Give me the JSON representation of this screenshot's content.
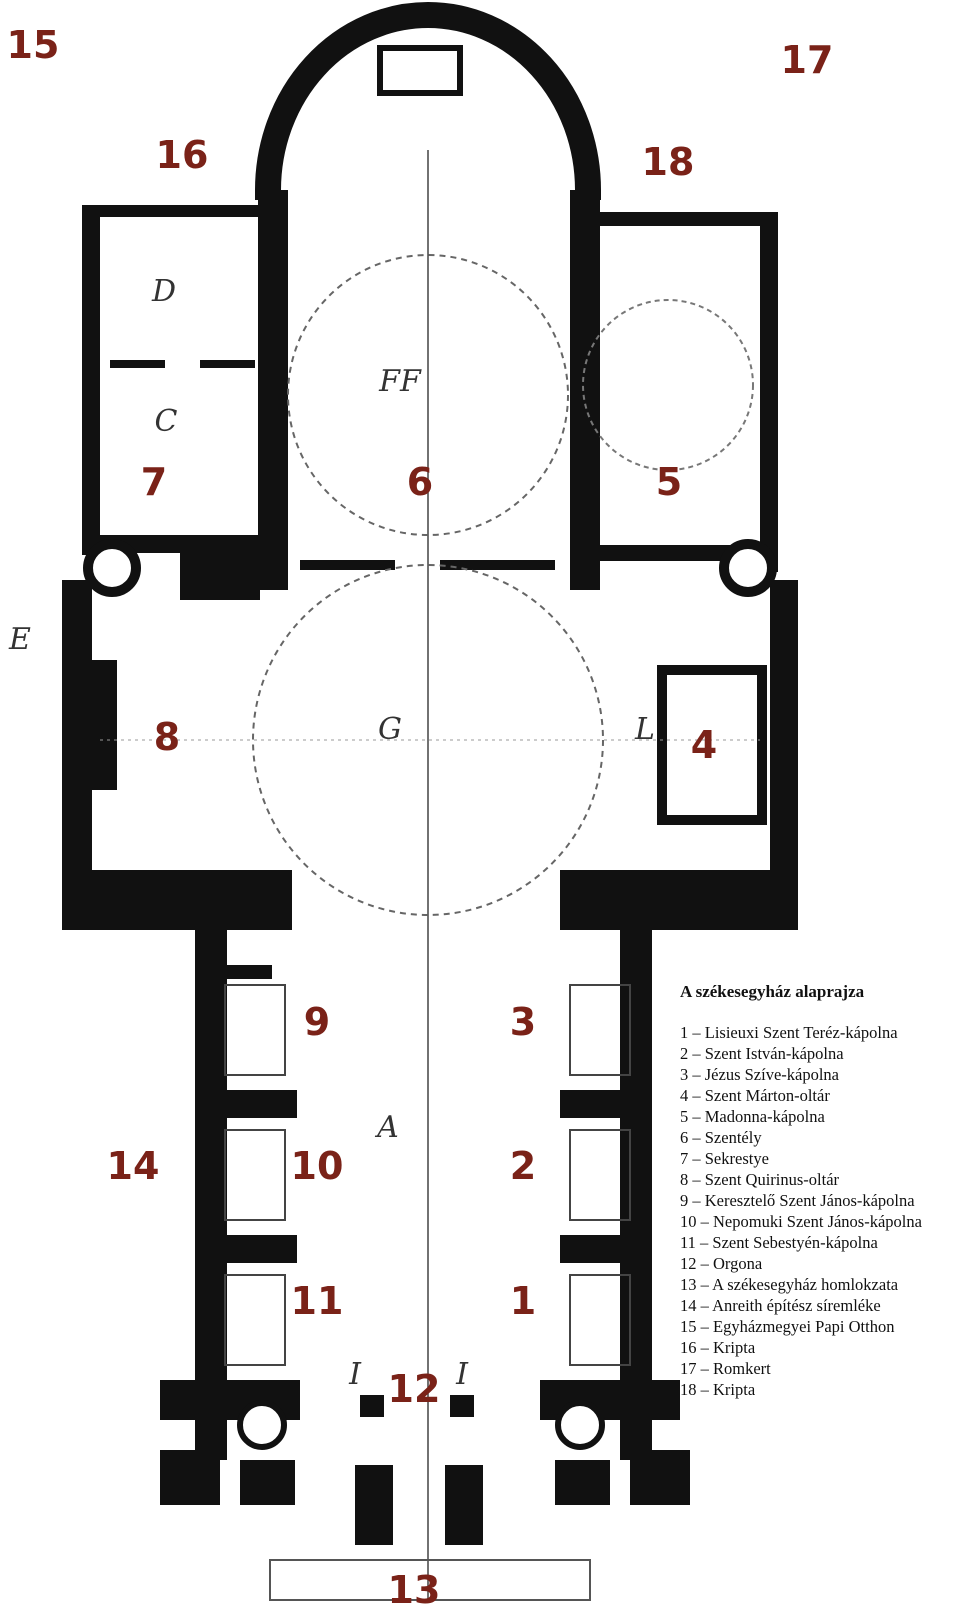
{
  "labels": {
    "n1": "1",
    "n2": "2",
    "n3": "3",
    "n4": "4",
    "n5": "5",
    "n6": "6",
    "n7": "7",
    "n8": "8",
    "n9": "9",
    "n10": "10",
    "n11": "11",
    "n12": "12",
    "n13": "13",
    "n14": "14",
    "n15": "15",
    "n16": "16",
    "n17": "17",
    "n18": "18"
  },
  "plan_letters": {
    "A": "A",
    "C": "C",
    "D": "D",
    "FF": "FF",
    "G": "G",
    "L": "L",
    "E": "E",
    "I1": "I",
    "I2": "I"
  },
  "legend": {
    "title": "A székesegyház alaprajza",
    "items": [
      "1 – Lisieuxi Szent Teréz-kápolna",
      "2 – Szent István-kápolna",
      "3 – Jézus Szíve-kápolna",
      "4 – Szent Márton-oltár",
      "5 – Madonna-kápolna",
      "6 – Szentély",
      "7 – Sekrestye",
      "8 – Szent Quirinus-oltár",
      "9 – Keresztelő Szent János-kápolna",
      "10 – Nepomuki Szent János-kápolna",
      "11 – Szent Sebestyén-kápolna",
      "12 – Orgona",
      "13 – A székesegyház homlokzata",
      "14 – Anreith építész síremléke",
      "15 – Egyházmegyei Papi Otthon",
      "16 – Kripta",
      "17 – Romkert",
      "18 – Kripta"
    ]
  },
  "colors": {
    "number_labels": "#7a2218",
    "walls": "#111111",
    "lines": "#555555"
  }
}
